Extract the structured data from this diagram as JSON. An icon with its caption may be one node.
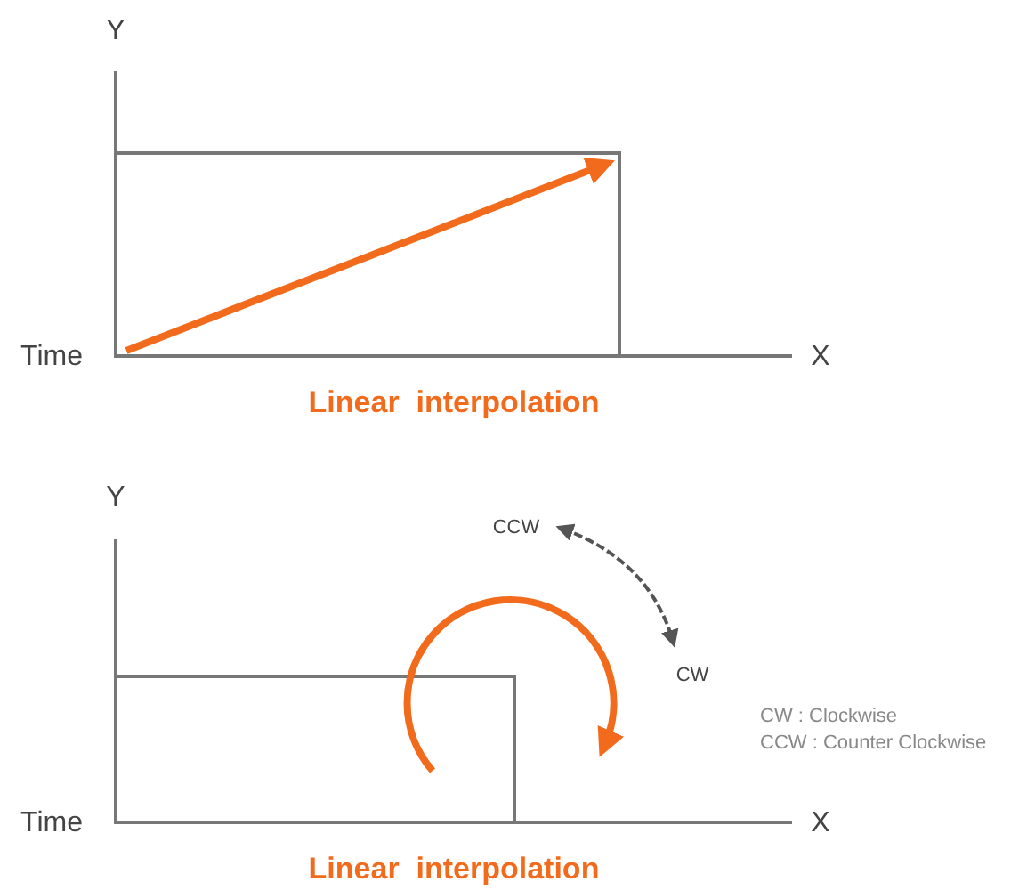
{
  "diagram": {
    "labels": [
      "Y",
      "Time",
      "X",
      "Linear  interpolation",
      "Y",
      "CCW",
      "CW",
      "CW : Clockwise",
      "CCW : Counter Clockwise",
      "Time",
      "X",
      "Linear  interpolation"
    ]
  }
}
